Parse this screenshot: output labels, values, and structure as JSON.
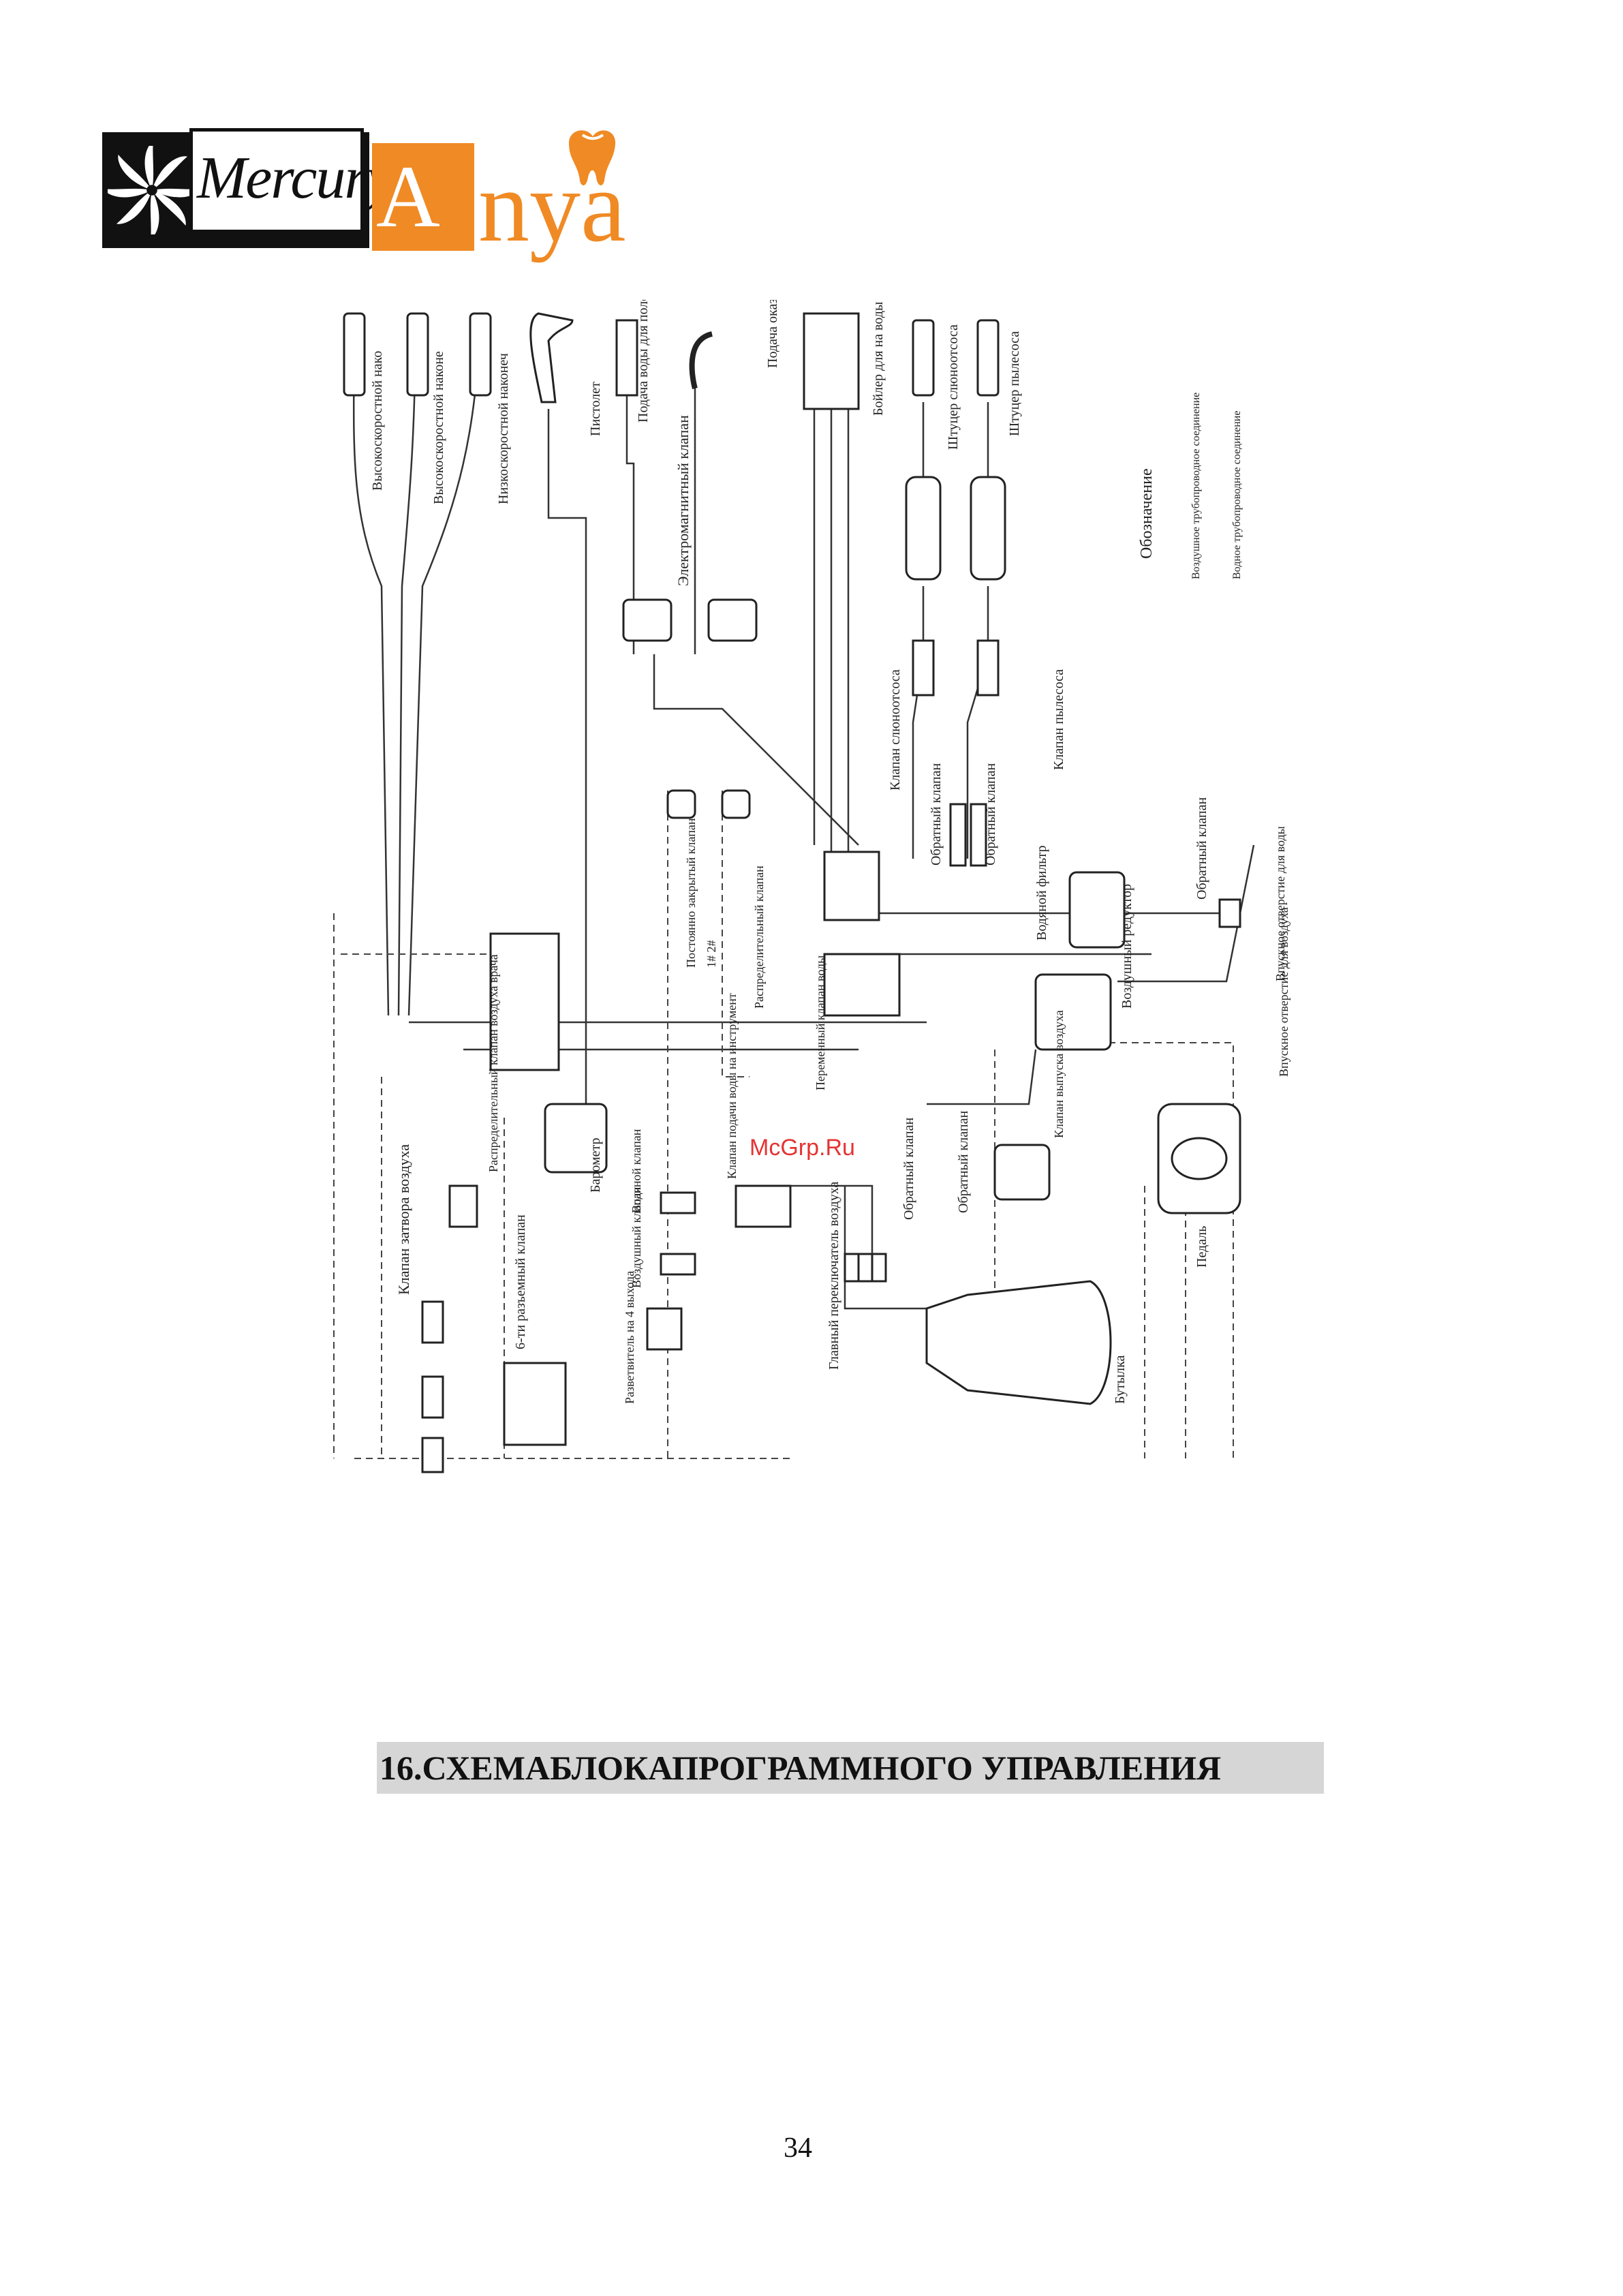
{
  "logo": {
    "brand1": "Mercury",
    "registered": "®",
    "brand2_first": "A",
    "brand2_rest": "nya"
  },
  "diagram": {
    "watermark": "McGrp.Ru",
    "labels": {
      "handpiece_high1": "Высокоскоростной нако",
      "handpiece_high2": "Высокоскоростной наконе",
      "handpiece_low": "Низкоскоростной наконеч",
      "gun": "Пистолет",
      "water_rinse": "Подача воды для полоскания",
      "supply": "Подача оказыв",
      "boiler": "Бойлер для на воды",
      "saliva_fitting": "Штуцер слюноотсоса",
      "vacuum_fitting": "Штуцер пылесоса",
      "legend_title": "Обозначение",
      "legend_air": "Воздушное трубопроводное соединение",
      "legend_water": "Водное трубопроводное соединение",
      "solenoid": "Электромагнитный клапан",
      "saliva_valve": "Клапан слюноотсоса",
      "vacuum_valve": "Клапан пылесоса",
      "check_valve": "Обратный клапан",
      "water_filter": "Водяной фильтр",
      "air_reducer": "Воздушный редуктор",
      "water_inlet": "Впускное отверстие для воды",
      "air_inlet": "Впускное отверстие для воздуха",
      "normally_closed": "Постоянно закрытый клапан",
      "nc_numbers": "1#  2#",
      "distribution_valve": "Распределительный клапан",
      "doctor_air_valve": "Распределительный клапан воздуха врача",
      "barometer": "Барометр",
      "air_shutter": "Клапан затвора воздуха",
      "six_way": "6-ти разъемный клапан",
      "water_inst_valve": "Клапан подачи воды на инструмент",
      "water_switch": "Переменный клапан воды",
      "air_exhaust": "Клапан выпуска воздуха",
      "water_valve": "Водяной клапан",
      "air_valve": "Воздушный клапан",
      "distributor": "Разветвитель на 4 выхода",
      "main_switch": "Главный переключатель воздуха",
      "bottle": "Бутылка",
      "pedal": "Педаль"
    }
  },
  "heading": "16.СХЕМАБЛОКАПРОГРАММНОГО УПРАВЛЕНИЯ",
  "page_number": "34"
}
